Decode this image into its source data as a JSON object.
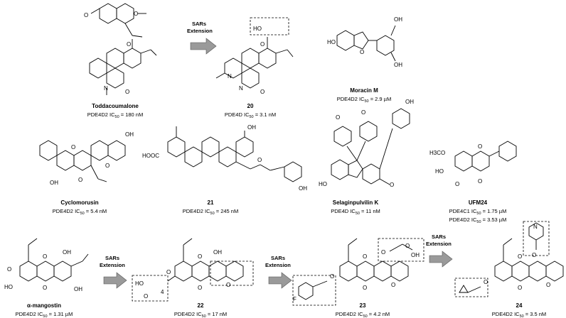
{
  "compounds": [
    {
      "name": "Toddacoumalone",
      "enzyme": "PDE4D2",
      "metric": "IC",
      "sub": "50",
      "value": " = 180 nM"
    },
    {
      "name": "20",
      "enzyme": "PDE4D",
      "metric": "IC",
      "sub": "50",
      "value": " = 3.1 nM"
    },
    {
      "name": "Moracin M",
      "enzyme": "PDE4D2",
      "metric": "IC",
      "sub": "50",
      "value": " = 2.9 µM"
    },
    {
      "name": "Cyclomorusin",
      "enzyme": "PDE4D2",
      "metric": "IC",
      "sub": "50",
      "value": " = 5.4 nM"
    },
    {
      "name": "21",
      "enzyme": "PDE4D2",
      "metric": "IC",
      "sub": "50",
      "value": " = 245 nM"
    },
    {
      "name": "Selaginpulvilin K",
      "enzyme": "PDE4D",
      "metric": "IC",
      "sub": "50",
      "value": " = 11 nM"
    },
    {
      "name": "UFM24",
      "enzyme": "PDE4C1",
      "metric": "IC",
      "sub": "50",
      "value": " = 1.75 µM",
      "enzyme2": "PDE4D2",
      "value2": " = 3.53 µM"
    },
    {
      "name": "α-mangostin",
      "enzyme": "PDE4D2",
      "metric": "IC",
      "sub": "50",
      "value": " = 1.31 µM"
    },
    {
      "name": "22",
      "enzyme": "PDE4D2",
      "metric": "IC",
      "sub": "50",
      "value": " = 17 nM"
    },
    {
      "name": "23",
      "enzyme": "PDE4D2",
      "metric": "IC",
      "sub": "50",
      "value": " = 4.2 nM"
    },
    {
      "name": "24",
      "enzyme": "PDE4D2",
      "metric": "IC",
      "sub": "50",
      "value": " = 3.5 nM"
    }
  ],
  "sar_label_1": "SARs",
  "sar_label_2": "Extension",
  "atoms": {
    "O": "O",
    "N": "N",
    "HO": "HO",
    "OH": "OH",
    "HOOC": "HOOC",
    "H3CO": "H3CO",
    "F": "F",
    "n4": "4"
  }
}
